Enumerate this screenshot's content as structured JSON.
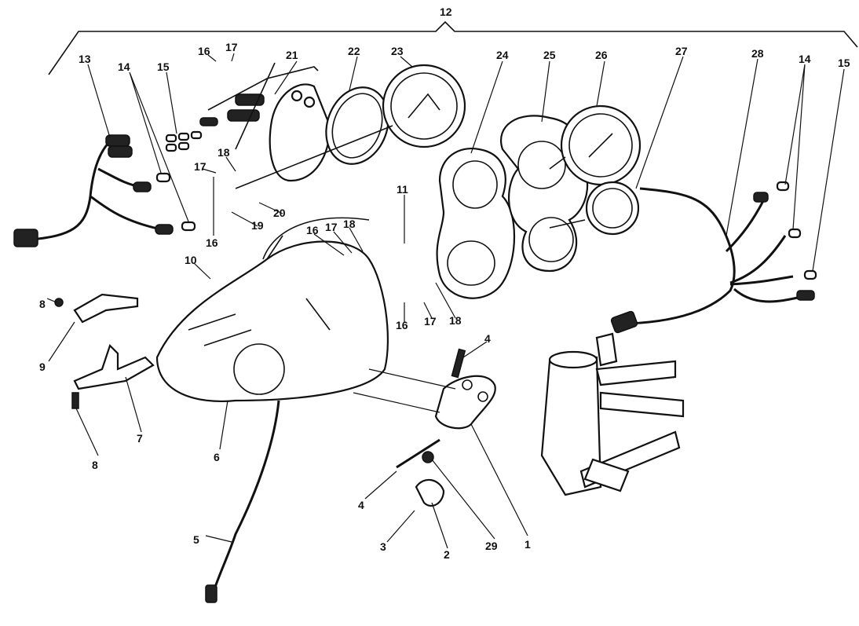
{
  "diagram": {
    "title_callout": "12",
    "callouts": [
      "13",
      "14",
      "15",
      "16",
      "17",
      "21",
      "22",
      "23",
      "24",
      "25",
      "26",
      "27",
      "28",
      "14",
      "15",
      "18",
      "17",
      "16",
      "19",
      "20",
      "16",
      "17",
      "18",
      "11",
      "10",
      "8",
      "9",
      "8",
      "7",
      "6",
      "16",
      "17",
      "18",
      "4",
      "4",
      "3",
      "2",
      "29",
      "1",
      "5"
    ]
  }
}
